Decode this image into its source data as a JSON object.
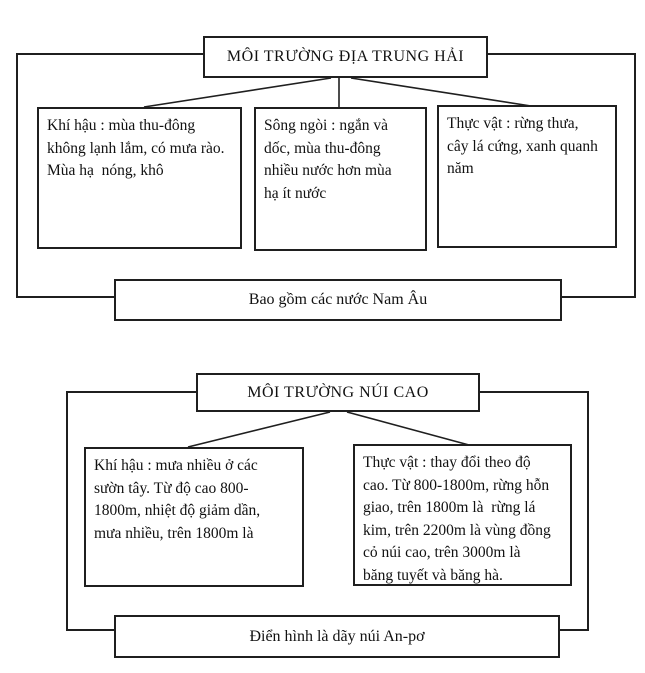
{
  "mediterranean": {
    "title": "MÔI TRƯỜNG ĐỊA TRUNG HẢI",
    "boxes": [
      {
        "name": "climate",
        "text": "Khí hậu : mùa thu-đông\nkhông lạnh lắm, có mưa rào.\nMùa hạ  nóng, khô"
      },
      {
        "name": "rivers",
        "text": "Sông ngòi : ngắn và\ndốc, mùa thu-đông\nnhiều nước hơn mùa\nhạ ít nước"
      },
      {
        "name": "vegetation",
        "text": "Thực vật : rừng thưa,\ncây lá cứng, xanh quanh\nnăm"
      }
    ],
    "footer": "Bao gồm các nước Nam Âu"
  },
  "high_mountain": {
    "title": "MÔI TRƯỜNG NÚI CAO",
    "boxes": [
      {
        "name": "climate",
        "text": "Khí hậu : mưa nhiều ở các\nsườn tây. Từ độ cao 800-\n1800m, nhiệt độ giảm dần,\nmưa nhiều, trên 1800m là"
      },
      {
        "name": "vegetation",
        "text": "Thực vật : thay đổi theo độ\ncao. Từ 800-1800m, rừng hỗn\ngiao, trên 1800m là  rừng lá\nkim, trên 2200m là vùng đồng\ncỏ núi cao, trên 3000m là\nbăng tuyết và băng hà."
      }
    ],
    "footer": "Điển hình là dãy núi An-pơ"
  },
  "colors": {
    "border": "#1f1f1f",
    "background": "#ffffff",
    "text": "#111111"
  }
}
